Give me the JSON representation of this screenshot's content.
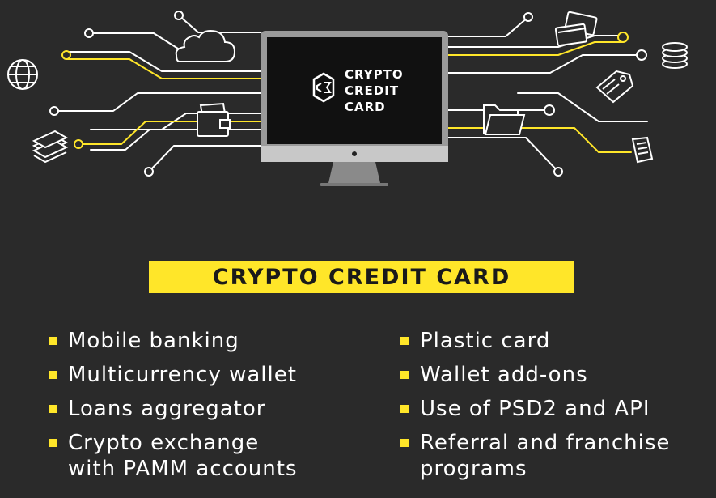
{
  "monitor": {
    "line1": "CRYPTO",
    "line2": "CREDIT",
    "line3": "CARD"
  },
  "banner": {
    "title": "CRYPTO CREDIT CARD"
  },
  "features_left": [
    "Mobile banking",
    "Multicurrency wallet",
    "Loans aggregator",
    "Crypto exchange\nwith PAMM accounts"
  ],
  "features_right": [
    "Plastic card",
    "Wallet add-ons",
    "Use of PSD2 and API",
    "Referral and franchise\nprograms"
  ],
  "colors": {
    "background": "#2a2a2a",
    "accent": "#ffe629",
    "line": "#ffffff",
    "monitor_frame": "#9a9a9a",
    "screen": "#111111"
  },
  "icons": {
    "globe": "globe-icon",
    "cloud": "cloud-icon",
    "cash": "cash-stack-icon",
    "wallet": "wallet-icon",
    "cards": "credit-cards-icon",
    "coins": "coins-icon",
    "tag": "price-tag-icon",
    "folder": "folder-icon",
    "document": "document-icon",
    "logo": "c3-logo-icon"
  }
}
